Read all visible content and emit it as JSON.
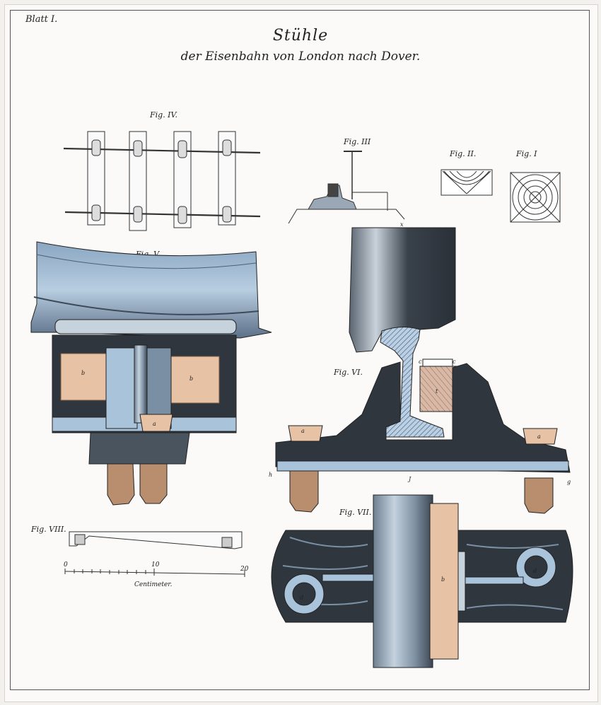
{
  "header": {
    "plate_label": "Blatt I.",
    "title": "Stühle",
    "subtitle": "der Eisenbahn von London nach Dover."
  },
  "figures": {
    "fig1": "Fig. I",
    "fig2": "Fig. II.",
    "fig3": "Fig. III",
    "fig4": "Fig. IV.",
    "fig5": "Fig. V.",
    "fig6": "Fig. VI.",
    "fig7": "Fig. VII.",
    "fig8": "Fig. VIII."
  },
  "scale": {
    "ticks": [
      "0",
      "10",
      "20"
    ],
    "unit": "Centimeter."
  },
  "colors": {
    "iron": "#3a4048",
    "steel_blue": "#a9c3db",
    "wood": "#e7c2a4",
    "outline": "#222222"
  }
}
